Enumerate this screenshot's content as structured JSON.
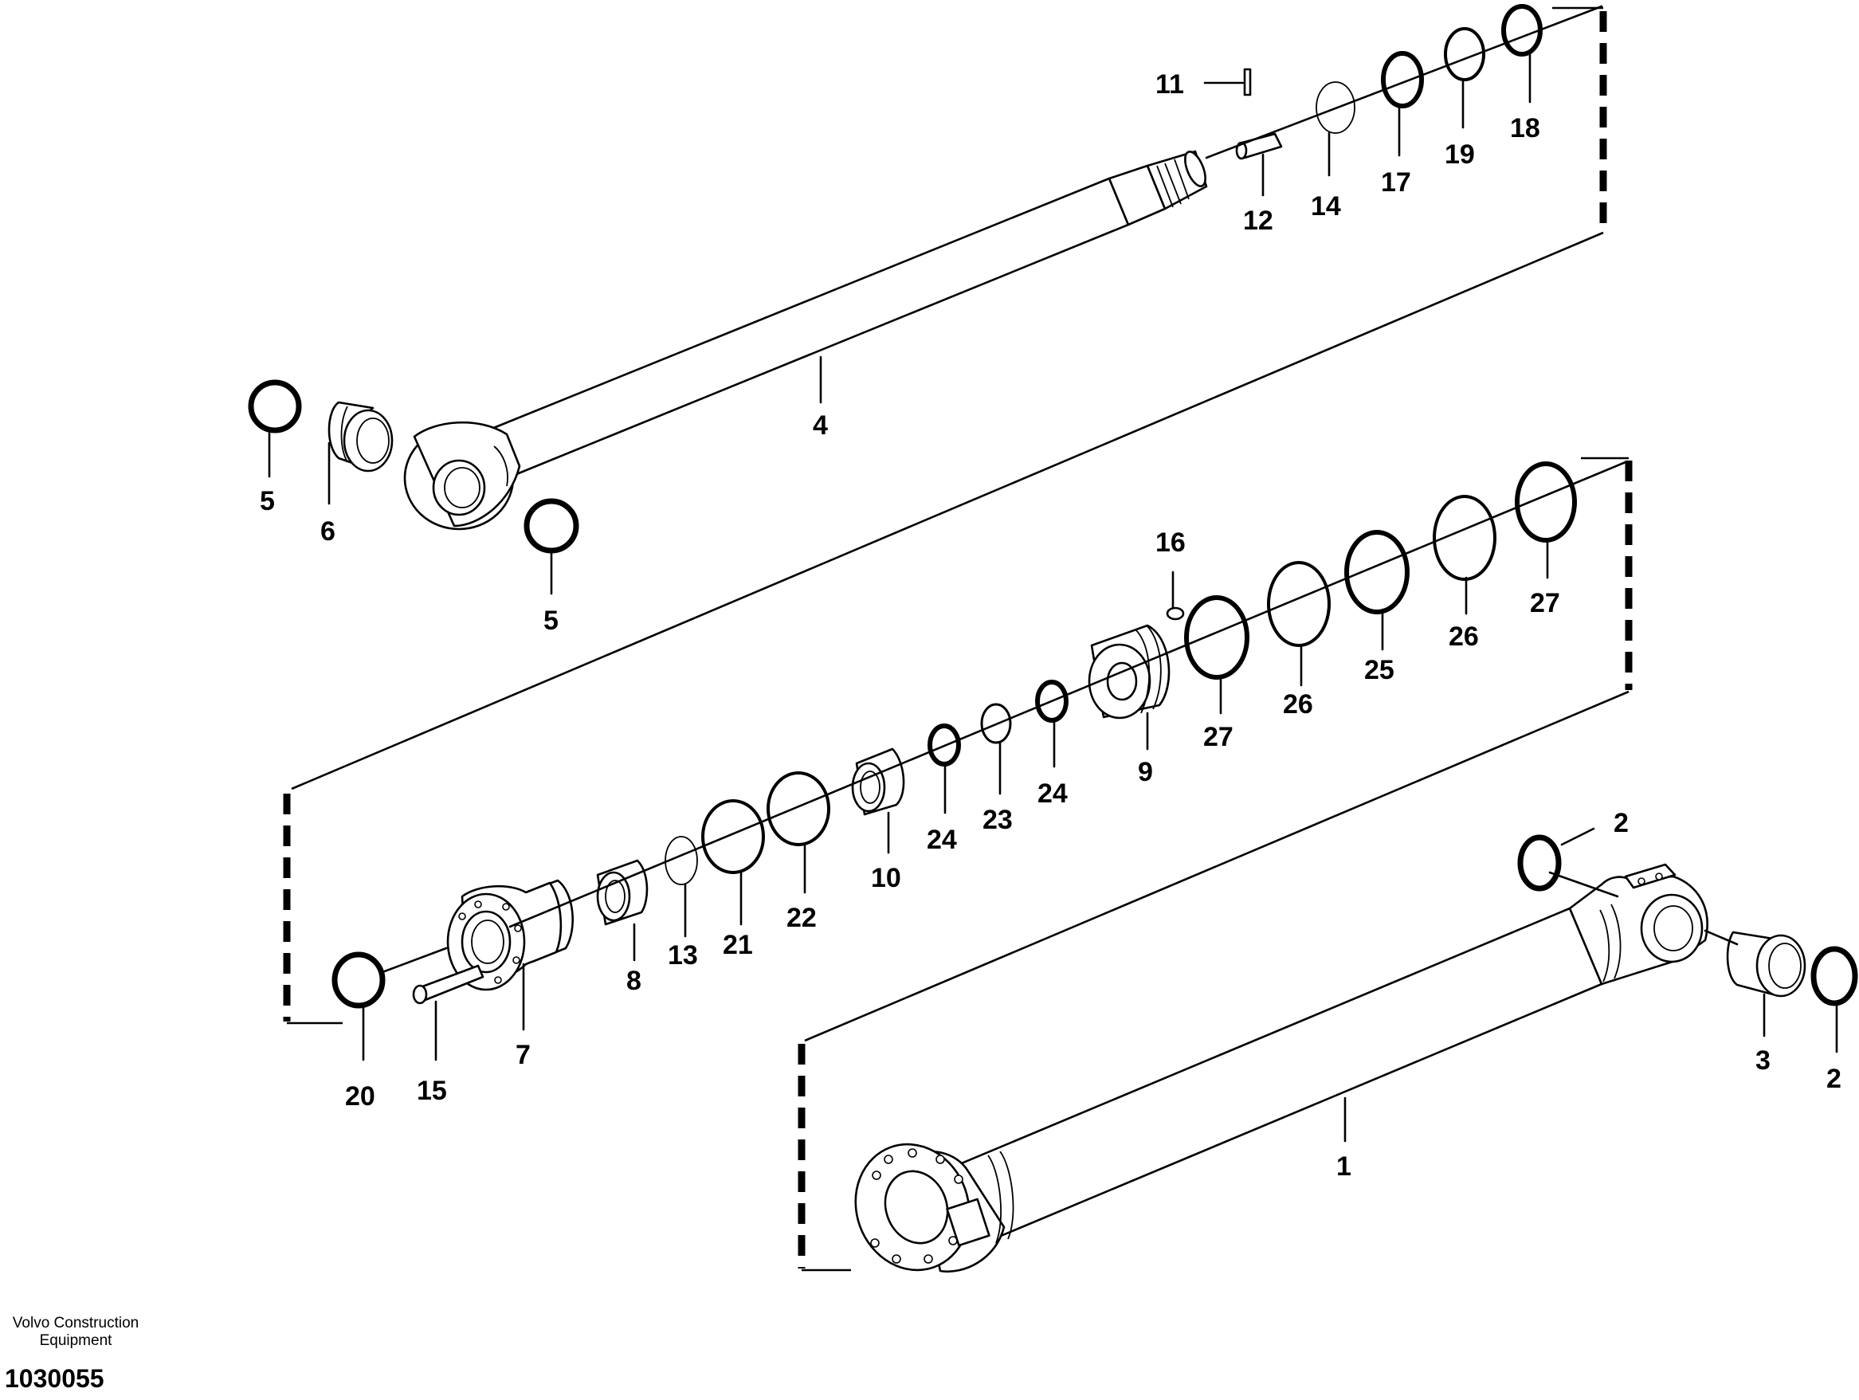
{
  "footer": {
    "org_line1": "Volvo Construction",
    "org_line2": "Equipment",
    "drawing_number": "1030055"
  },
  "parts": {
    "p1": {
      "label": "1",
      "name": "cylinder-tube"
    },
    "p2a": {
      "label": "2",
      "name": "seal-ring-2-upper"
    },
    "p2b": {
      "label": "2",
      "name": "seal-ring-2-lower"
    },
    "p3": {
      "label": "3",
      "name": "bushing-3"
    },
    "p4": {
      "label": "4",
      "name": "piston-rod"
    },
    "p5a": {
      "label": "5",
      "name": "seal-ring-5-left"
    },
    "p5b": {
      "label": "5",
      "name": "seal-ring-5-right"
    },
    "p6": {
      "label": "6",
      "name": "bushing-6"
    },
    "p7": {
      "label": "7",
      "name": "cylinder-head"
    },
    "p8": {
      "label": "8",
      "name": "bushing-8"
    },
    "p9": {
      "label": "9",
      "name": "piston"
    },
    "p10": {
      "label": "10",
      "name": "cushion-ring"
    },
    "p11": {
      "label": "11",
      "name": "pin-11"
    },
    "p12": {
      "label": "12",
      "name": "plunger-12"
    },
    "p13": {
      "label": "13",
      "name": "snap-ring-13"
    },
    "p14": {
      "label": "14",
      "name": "shim-14"
    },
    "p15": {
      "label": "15",
      "name": "screw-15"
    },
    "p16": {
      "label": "16",
      "name": "set-screw-16"
    },
    "p17": {
      "label": "17",
      "name": "seal-17"
    },
    "p18": {
      "label": "18",
      "name": "seal-18"
    },
    "p19": {
      "label": "19",
      "name": "ring-19"
    },
    "p20": {
      "label": "20",
      "name": "o-ring-20"
    },
    "p21": {
      "label": "21",
      "name": "seal-21"
    },
    "p22": {
      "label": "22",
      "name": "seal-22"
    },
    "p23": {
      "label": "23",
      "name": "ring-23"
    },
    "p24a": {
      "label": "24",
      "name": "ring-24-left"
    },
    "p24b": {
      "label": "24",
      "name": "ring-24-right"
    },
    "p25": {
      "label": "25",
      "name": "seal-25"
    },
    "p26a": {
      "label": "26",
      "name": "ring-26-left"
    },
    "p26b": {
      "label": "26",
      "name": "ring-26-right"
    },
    "p27a": {
      "label": "27",
      "name": "ring-27-left"
    },
    "p27b": {
      "label": "27",
      "name": "ring-27-right"
    }
  }
}
